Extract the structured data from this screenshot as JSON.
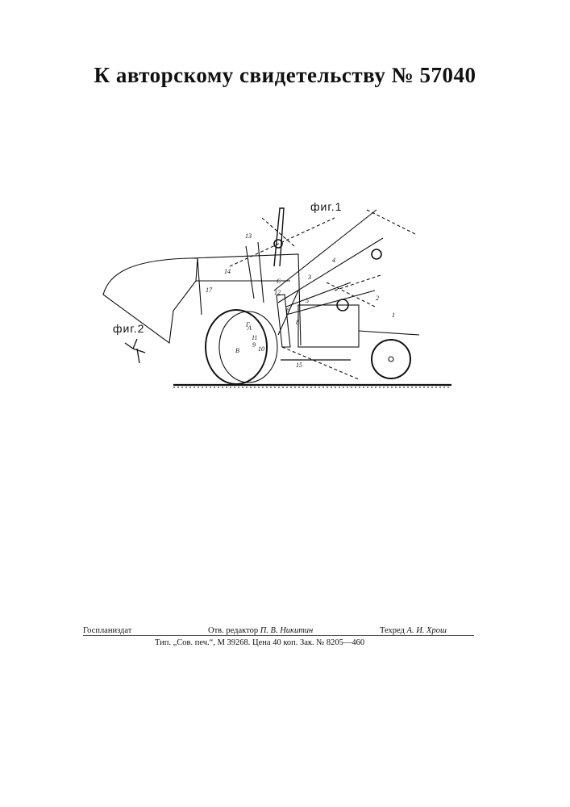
{
  "document": {
    "title": "К авторскому свидетельству № 57040"
  },
  "figures": {
    "fig1_label": "фиг.1",
    "fig2_label": "фиг.2",
    "part_labels": [
      "1",
      "2",
      "3",
      "4",
      "5",
      "6",
      "8",
      "9",
      "10",
      "11",
      "12",
      "13",
      "14",
      "15",
      "17",
      "A",
      "B",
      "C",
      "Г"
    ]
  },
  "footer": {
    "publisher": "Госпланиздат",
    "editor_prefix": "Отв. редактор",
    "editor_name": "П. В. Никитин",
    "tech_prefix": "Техред",
    "tech_name": "А. И. Хрош",
    "print_line": "Тип. „Сов. печ.“, М 39268. Цена 40 коп. Зак. № 8205—460"
  },
  "colors": {
    "ink": "#111111",
    "paper": "#ffffff"
  }
}
